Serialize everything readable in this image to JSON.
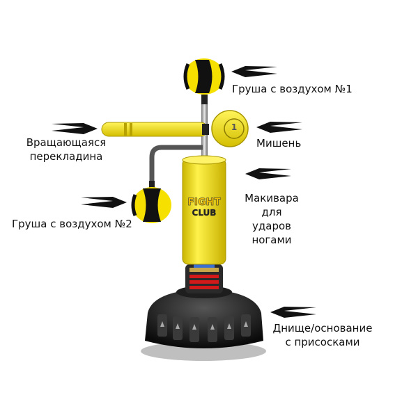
{
  "labels": {
    "air_bag_1": "Груша с воздухом №1",
    "target": "Мишень",
    "rotating_bar_line1": "Вращающаяся",
    "rotating_bar_line2": "перекладина",
    "kick_pad_line1": "Макивара",
    "kick_pad_line2": "для",
    "kick_pad_line3": "ударов",
    "kick_pad_line4": "ногами",
    "air_bag_2": "Груша с воздухом №2",
    "base_line1": "Днище/основание",
    "base_line2": "с присосками"
  },
  "product_print": {
    "logo_line1": "FIGHT",
    "logo_line2": "CLUB",
    "target_number": "1"
  },
  "colors": {
    "yellow": "#f5e000",
    "black": "#111111",
    "arrow": "#111111",
    "spring": "#d21a1a"
  }
}
